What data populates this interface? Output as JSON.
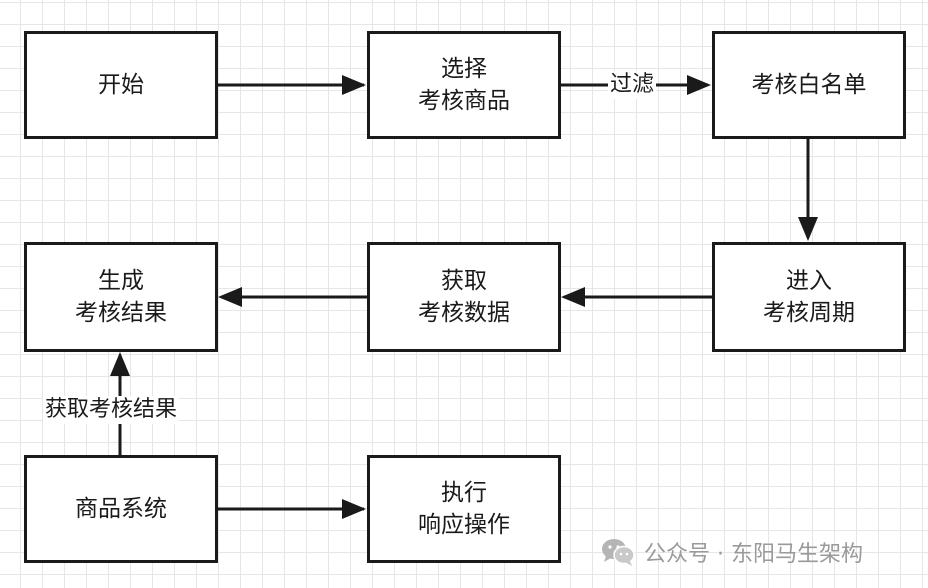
{
  "nodes": {
    "start": {
      "lines": [
        "开始"
      ]
    },
    "select_products": {
      "lines": [
        "选择",
        "考核商品"
      ]
    },
    "whitelist": {
      "lines": [
        "考核白名单"
      ]
    },
    "enter_period": {
      "lines": [
        "进入",
        "考核周期"
      ]
    },
    "get_data": {
      "lines": [
        "获取",
        "考核数据"
      ]
    },
    "generate_result": {
      "lines": [
        "生成",
        "考核结果"
      ]
    },
    "product_system": {
      "lines": [
        "商品系统"
      ]
    },
    "execute_response": {
      "lines": [
        "执行",
        "响应操作"
      ]
    }
  },
  "edges": {
    "filter_label": "过滤",
    "get_result_label": "获取考核结果"
  },
  "watermark": {
    "text": "公众号 · 东阳马生架构",
    "icon": "wechat-icon",
    "color": "#9a9a9a"
  }
}
